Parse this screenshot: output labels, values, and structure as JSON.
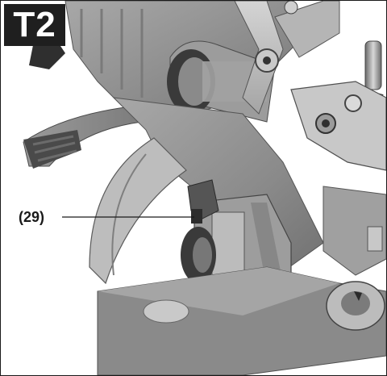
{
  "figure": {
    "label": "T2",
    "callouts": [
      {
        "id": "callout-29",
        "text": "(29)"
      }
    ]
  },
  "colors": {
    "badge_bg": "#1f1f1f",
    "badge_text": "#ffffff",
    "housing_gray": "#8f8f8f",
    "housing_shadow": "#5e5e5e",
    "housing_light": "#b9b9b9",
    "dark_parts": "#2e2e2e"
  }
}
